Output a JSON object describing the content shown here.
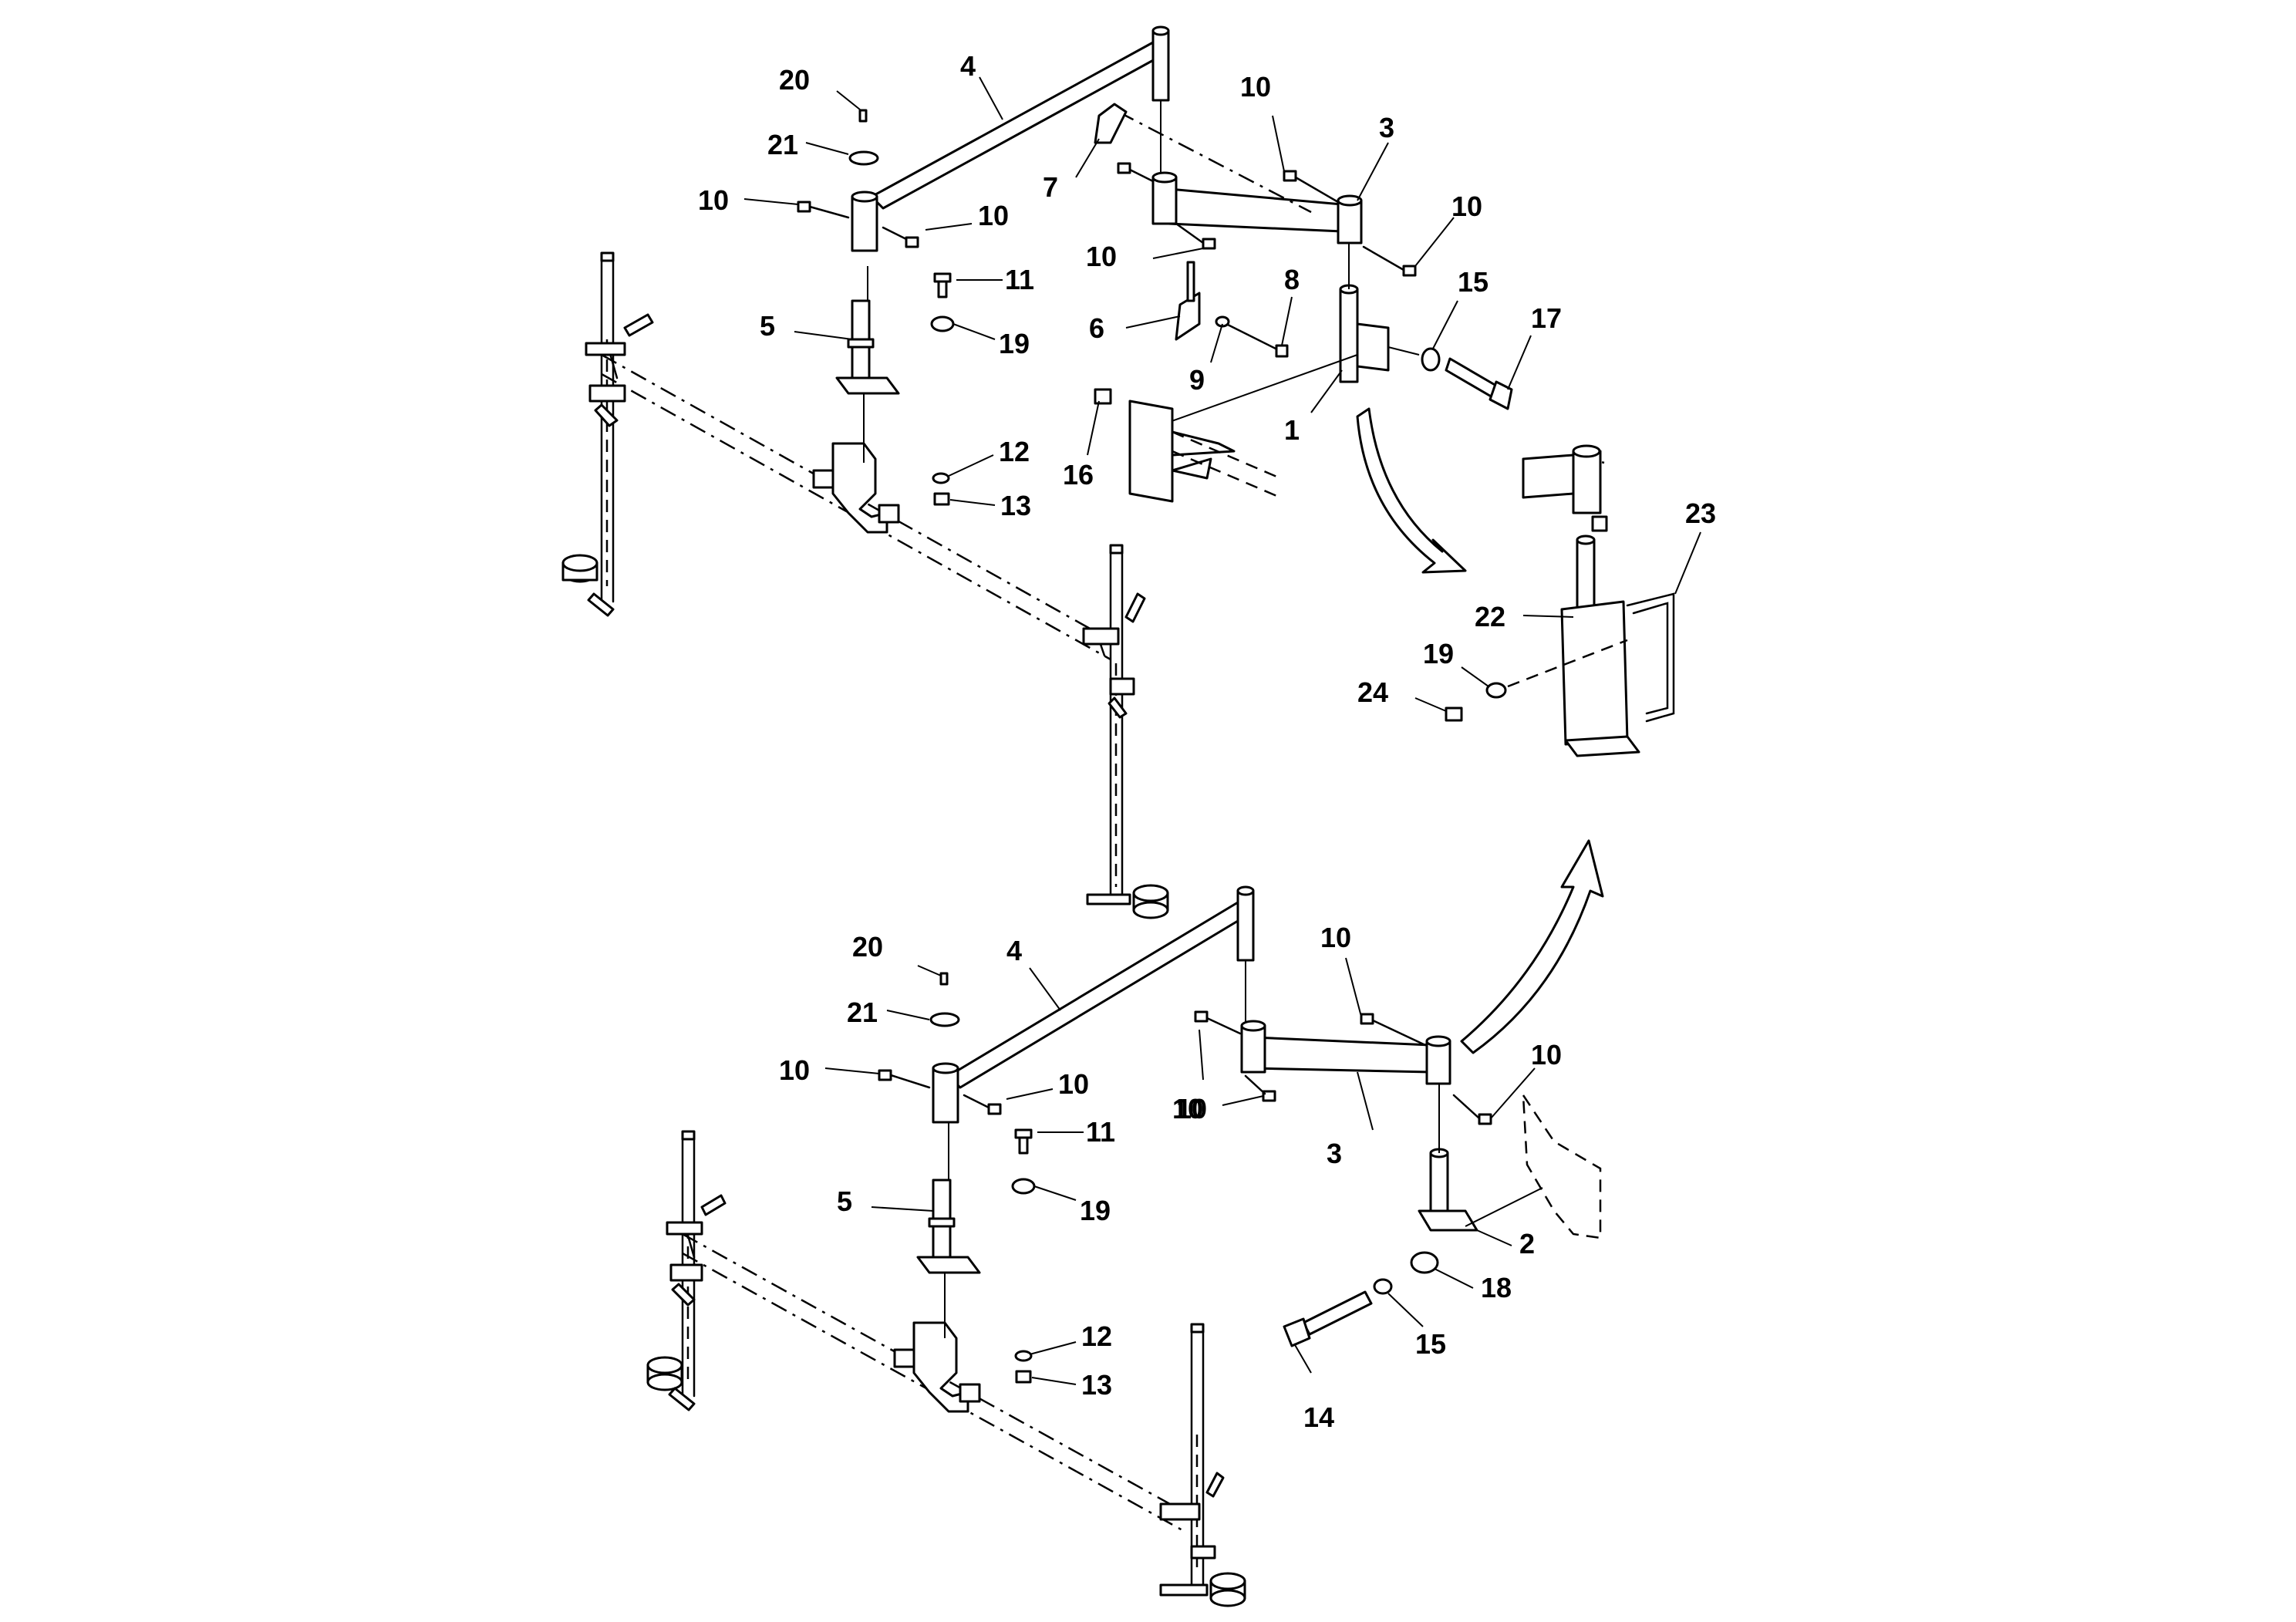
{
  "callouts": {
    "c01": "20",
    "c02": "4",
    "c03": "21",
    "c04": "10",
    "c05": "10",
    "c06": "10",
    "c07": "3",
    "c08": "7",
    "c09": "10",
    "c10": "10",
    "c11": "11",
    "c12": "8",
    "c13": "15",
    "c14": "17",
    "c15": "5",
    "c16": "19",
    "c17": "6",
    "c18": "9",
    "c19": "1",
    "c20": "16",
    "c21": "12",
    "c22": "13",
    "c23": "23",
    "c24": "22",
    "c25": "19",
    "c26": "24",
    "d01": "20",
    "d02": "4",
    "d03": "21",
    "d04": "10",
    "d05": "10",
    "d06": "10",
    "d07": "10",
    "d08": "10",
    "d09": "10",
    "d10": "11",
    "d11": "3",
    "d12": "5",
    "d13": "19",
    "d14": "2",
    "d15": "18",
    "d16": "15",
    "d17": "12",
    "d18": "13",
    "d19": "14"
  }
}
